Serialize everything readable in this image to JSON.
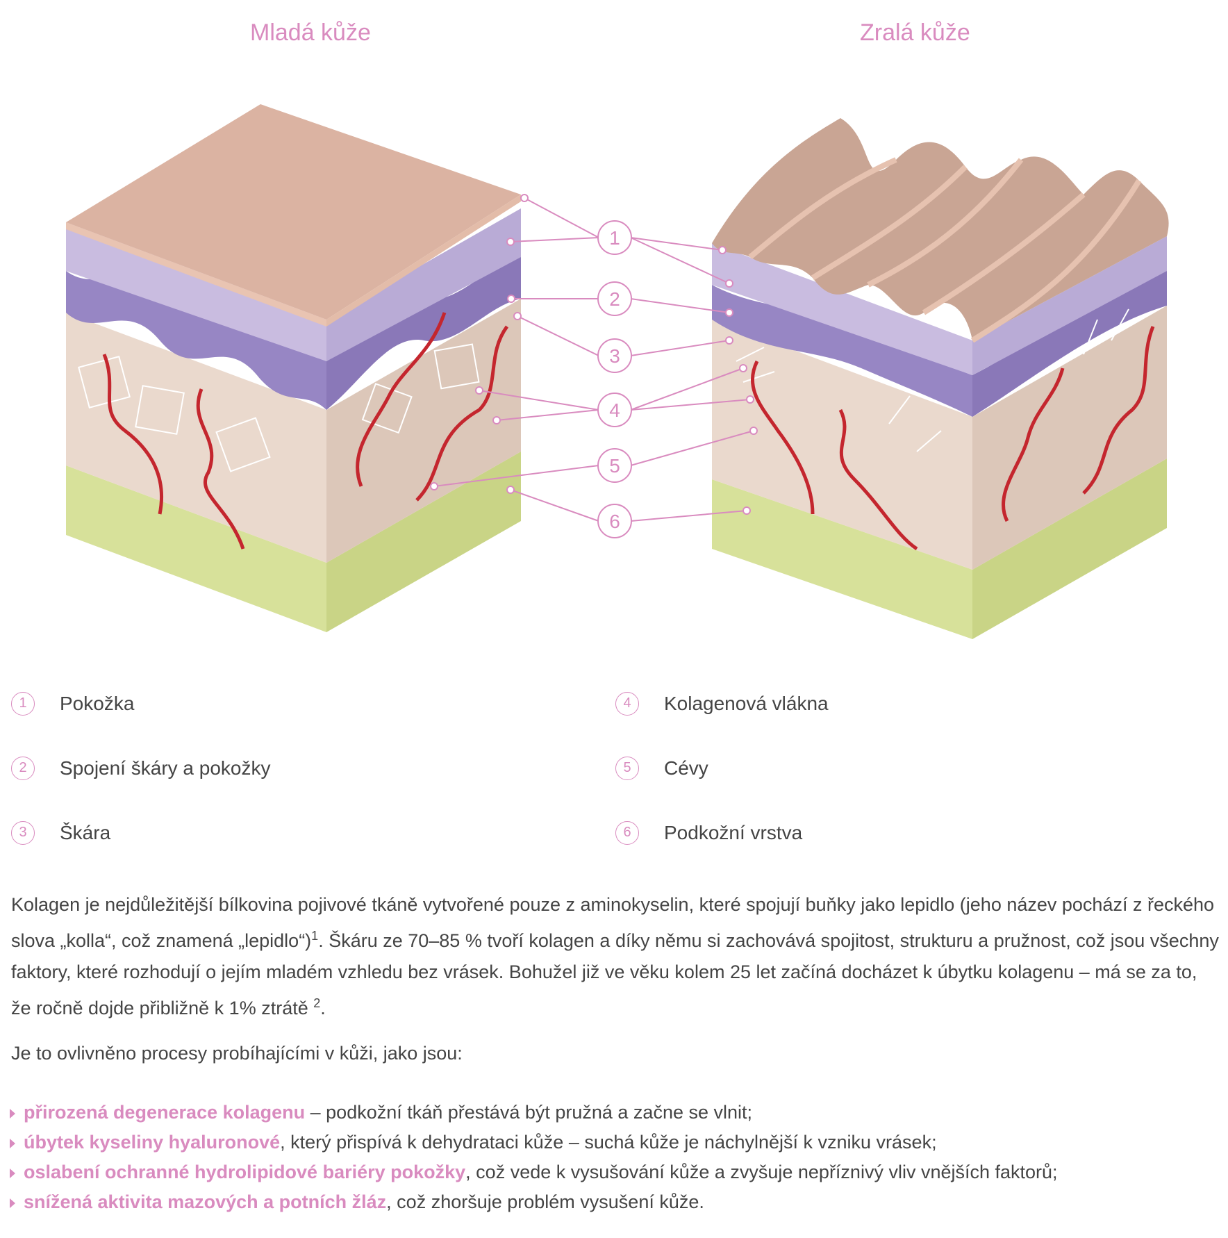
{
  "titles": {
    "young": "Mladá kůže",
    "aged": "Zralá kůže"
  },
  "callouts": [
    "1",
    "2",
    "3",
    "4",
    "5",
    "6"
  ],
  "legend": [
    {
      "num": "1",
      "label": "Pokožka"
    },
    {
      "num": "2",
      "label": "Spojení škáry a pokožky"
    },
    {
      "num": "3",
      "label": "Škára"
    },
    {
      "num": "4",
      "label": "Kolagenová vlákna"
    },
    {
      "num": "5",
      "label": "Cévy"
    },
    {
      "num": "6",
      "label": "Podkožní vrstva"
    }
  ],
  "paragraph1": {
    "part1": "Kolagen je nejdůležitější bílkovina pojivové tkáně vytvořené pouze z aminokyselin, které spojují buňky jako lepidlo (jeho název pochází z řeckého slova „kolla“, což znamená „lepidlo“)",
    "sup1": "1",
    "part2": ". Škáru ze 70–85 % tvoří kolagen a díky němu si zachovává spojitost, strukturu a pružnost, což jsou všechny faktory, které rozhodují o jejím mladém vzhledu bez vrásek. Bohužel již ve věku kolem 25 let začíná docházet k úbytku kolagenu – má se za to, že ročně dojde přibližně k 1% ztrátě ",
    "sup2": "2",
    "part3": "."
  },
  "paragraph2": "Je to ovlivněno procesy probíhajícími v kůži, jako jsou:",
  "bullets": [
    {
      "bold": "přirozená degenerace kolagenu",
      "rest": " – podkožní tkáň přestává být pružná a začne se vlnit;"
    },
    {
      "bold": "úbytek kyseliny hyaluronové",
      "rest": ", který přispívá k dehydrataci kůže – suchá kůže je náchylnější k vzniku vrásek;"
    },
    {
      "bold": "oslabení ochranné hydrolipidové bariéry pokožky",
      "rest": ", což vede k vysušování kůže a zvyšuje nepříznivý vliv vnějších faktorů;"
    },
    {
      "bold": "snížená aktivita mazových a potních žláz",
      "rest": ", což zhoršuje problém vysušení kůže."
    }
  ],
  "colors": {
    "accent": "#d98bbf",
    "skin_top": "#d9b3a3",
    "epidermis": "#c7b8de",
    "junction": "#9a88c4",
    "dermis": "#e8d9cf",
    "vessel": "#c4262e",
    "subcutis": "#dfe7a8"
  }
}
